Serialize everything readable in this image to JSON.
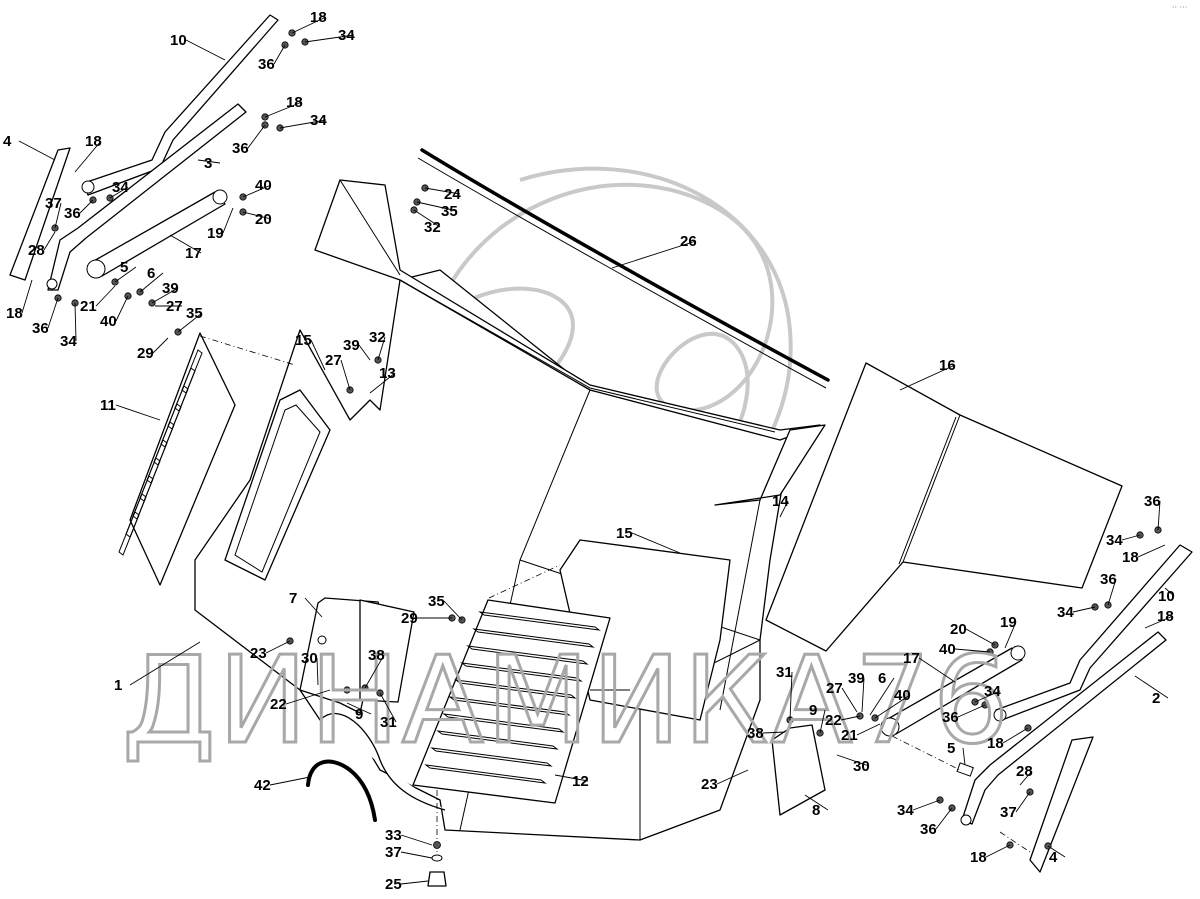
{
  "diagram": {
    "type": "exploded-parts-view",
    "subject": "hood / engine cover assembly",
    "watermark_text": "ДИНАМИКА76",
    "corner_mark": "·· ···",
    "colors": {
      "line": "#000000",
      "watermark": "#c0c0c0",
      "background": "#ffffff"
    }
  },
  "callouts": [
    {
      "id": "c-10a",
      "label": "10"
    },
    {
      "id": "c-18a",
      "label": "18"
    },
    {
      "id": "c-34a",
      "label": "34"
    },
    {
      "id": "c-36a",
      "label": "36"
    },
    {
      "id": "c-18b",
      "label": "18"
    },
    {
      "id": "c-34b",
      "label": "34"
    },
    {
      "id": "c-36b",
      "label": "36"
    },
    {
      "id": "c-4a",
      "label": "4"
    },
    {
      "id": "c-18c",
      "label": "18"
    },
    {
      "id": "c-3",
      "label": "3"
    },
    {
      "id": "c-34c",
      "label": "34"
    },
    {
      "id": "c-36c",
      "label": "36"
    },
    {
      "id": "c-37a",
      "label": "37"
    },
    {
      "id": "c-28a",
      "label": "28"
    },
    {
      "id": "c-40a",
      "label": "40"
    },
    {
      "id": "c-20a",
      "label": "20"
    },
    {
      "id": "c-19a",
      "label": "19"
    },
    {
      "id": "c-17a",
      "label": "17"
    },
    {
      "id": "c-5a",
      "label": "5"
    },
    {
      "id": "c-6a",
      "label": "6"
    },
    {
      "id": "c-39a",
      "label": "39"
    },
    {
      "id": "c-27a",
      "label": "27"
    },
    {
      "id": "c-21a",
      "label": "21"
    },
    {
      "id": "c-40b",
      "label": "40"
    },
    {
      "id": "c-18d",
      "label": "18"
    },
    {
      "id": "c-36d",
      "label": "36"
    },
    {
      "id": "c-34d",
      "label": "34"
    },
    {
      "id": "c-35a",
      "label": "35"
    },
    {
      "id": "c-29a",
      "label": "29"
    },
    {
      "id": "c-24",
      "label": "24"
    },
    {
      "id": "c-35b",
      "label": "35"
    },
    {
      "id": "c-32a",
      "label": "32"
    },
    {
      "id": "c-26",
      "label": "26"
    },
    {
      "id": "c-15a",
      "label": "15"
    },
    {
      "id": "c-39b",
      "label": "39"
    },
    {
      "id": "c-32b",
      "label": "32"
    },
    {
      "id": "c-27b",
      "label": "27"
    },
    {
      "id": "c-13",
      "label": "13"
    },
    {
      "id": "c-11",
      "label": "11"
    },
    {
      "id": "c-16",
      "label": "16"
    },
    {
      "id": "c-14",
      "label": "14"
    },
    {
      "id": "c-15b",
      "label": "15"
    },
    {
      "id": "c-1",
      "label": "1"
    },
    {
      "id": "c-7",
      "label": "7"
    },
    {
      "id": "c-23a",
      "label": "23"
    },
    {
      "id": "c-30a",
      "label": "30"
    },
    {
      "id": "c-38a",
      "label": "38"
    },
    {
      "id": "c-22a",
      "label": "22"
    },
    {
      "id": "c-9a",
      "label": "9"
    },
    {
      "id": "c-31a",
      "label": "31"
    },
    {
      "id": "c-35c",
      "label": "35"
    },
    {
      "id": "c-29b",
      "label": "29"
    },
    {
      "id": "c-12",
      "label": "12"
    },
    {
      "id": "c-42",
      "label": "42"
    },
    {
      "id": "c-33",
      "label": "33"
    },
    {
      "id": "c-37b",
      "label": "37"
    },
    {
      "id": "c-25",
      "label": "25"
    },
    {
      "id": "c-31b",
      "label": "31"
    },
    {
      "id": "c-38b",
      "label": "38"
    },
    {
      "id": "c-9b",
      "label": "9"
    },
    {
      "id": "c-27c",
      "label": "27"
    },
    {
      "id": "c-39c",
      "label": "39"
    },
    {
      "id": "c-6b",
      "label": "6"
    },
    {
      "id": "c-22b",
      "label": "22"
    },
    {
      "id": "c-40c",
      "label": "40"
    },
    {
      "id": "c-21b",
      "label": "21"
    },
    {
      "id": "c-23b",
      "label": "23"
    },
    {
      "id": "c-30b",
      "label": "30"
    },
    {
      "id": "c-8",
      "label": "8"
    },
    {
      "id": "c-17b",
      "label": "17"
    },
    {
      "id": "c-20b",
      "label": "20"
    },
    {
      "id": "c-19b",
      "label": "19"
    },
    {
      "id": "c-40d",
      "label": "40"
    },
    {
      "id": "c-5b",
      "label": "5"
    },
    {
      "id": "c-34e",
      "label": "34"
    },
    {
      "id": "c-36e",
      "label": "36"
    },
    {
      "id": "c-34f",
      "label": "34"
    },
    {
      "id": "c-36f",
      "label": "36"
    },
    {
      "id": "c-18e",
      "label": "18"
    },
    {
      "id": "c-10b",
      "label": "10"
    },
    {
      "id": "c-18f",
      "label": "18"
    },
    {
      "id": "c-2",
      "label": "2"
    },
    {
      "id": "c-36g",
      "label": "36"
    },
    {
      "id": "c-34g",
      "label": "34"
    },
    {
      "id": "c-18g",
      "label": "18"
    },
    {
      "id": "c-28b",
      "label": "28"
    },
    {
      "id": "c-37c",
      "label": "37"
    },
    {
      "id": "c-34h",
      "label": "34"
    },
    {
      "id": "c-36h",
      "label": "36"
    },
    {
      "id": "c-18h",
      "label": "18"
    },
    {
      "id": "c-4b",
      "label": "4"
    }
  ]
}
